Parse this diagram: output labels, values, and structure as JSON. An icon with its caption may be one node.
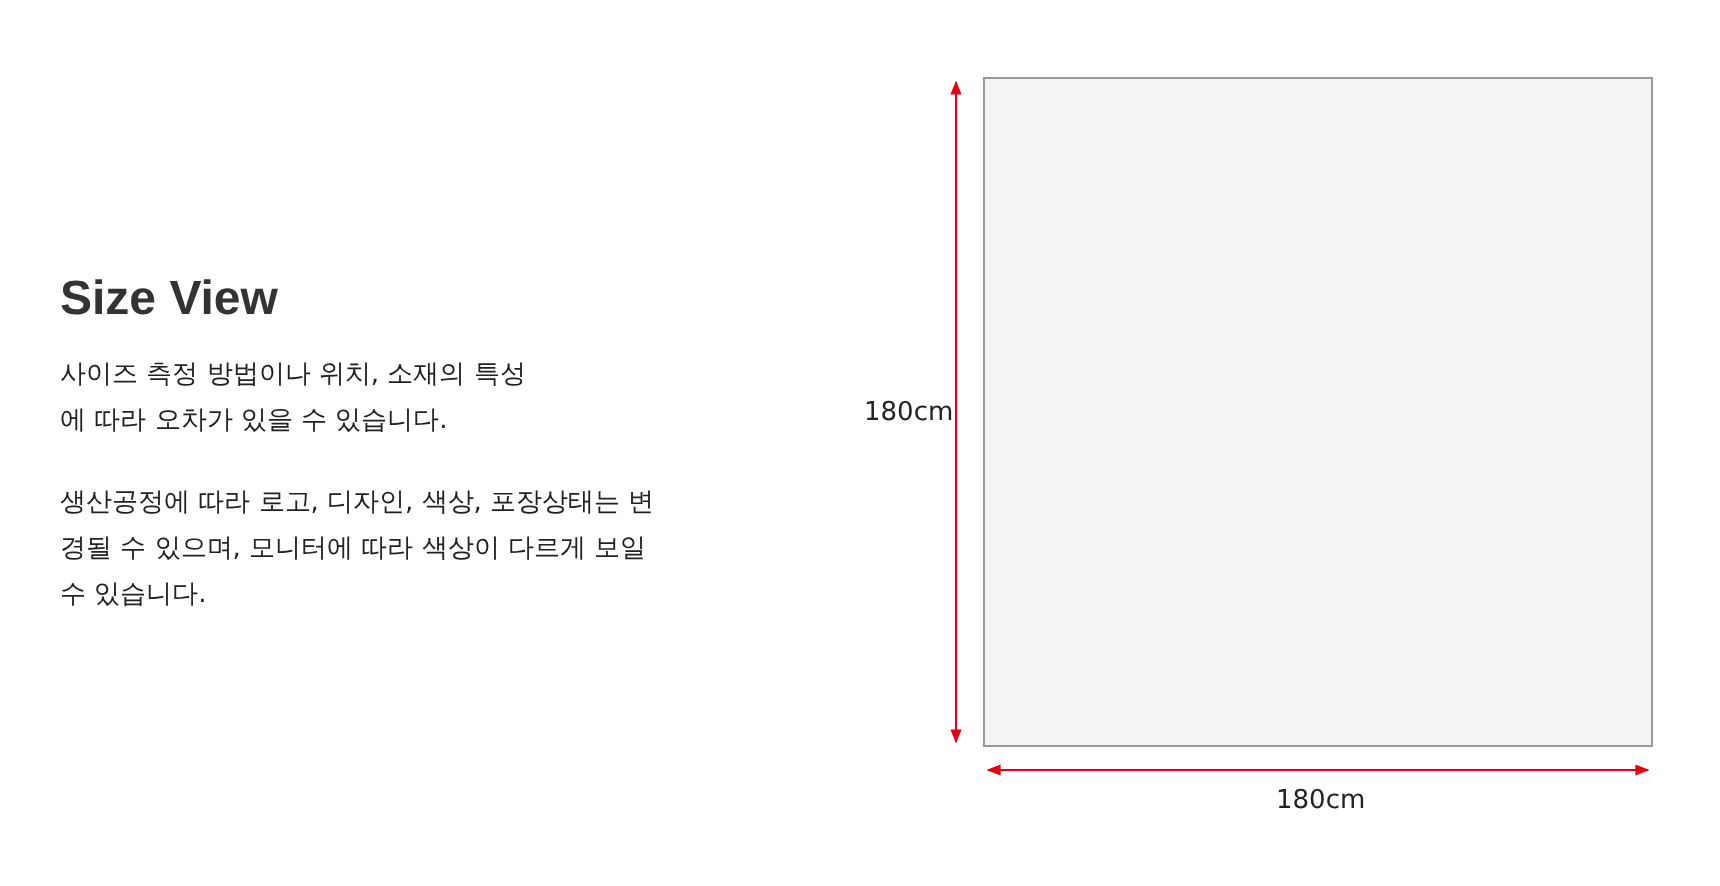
{
  "diagram": {
    "title": "Size View",
    "nodes": [
      {
        "text": [],
        "shape": "box"
      }
    ],
    "labels": [
      "사이즈 측정 방법이나 위치, 소재의 특성에 따라 오차가 있을 수 있습니다.",
      "생산공정에 따라 로고, 디자인, 색상, 포장상태는 변경될 수 있으며, 모니터에 따라 색상이 다르게 보일 수 있습니다.",
      "180cm",
      "180cm"
    ]
  }
}
